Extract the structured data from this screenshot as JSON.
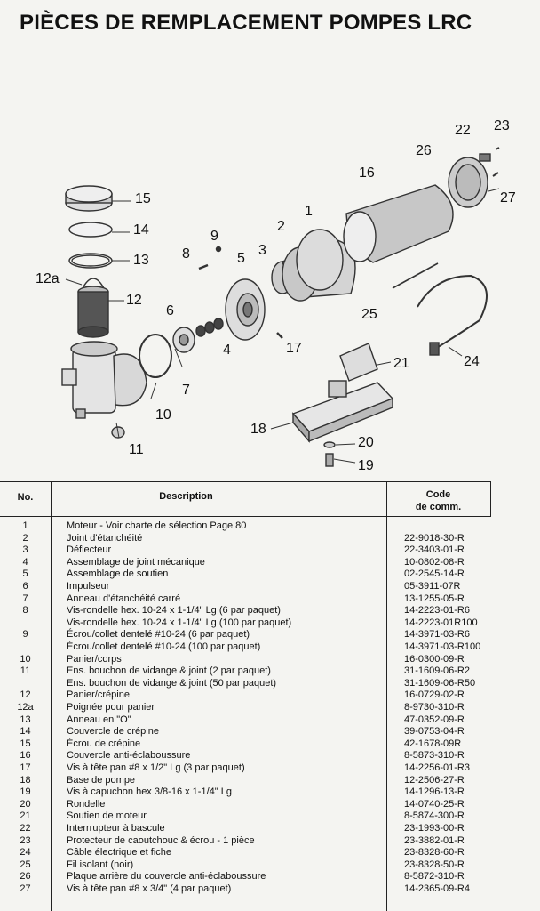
{
  "title": "PIÈCES DE REMPLACEMENT POMPES LRC",
  "diagram": {
    "callouts": [
      "15",
      "14",
      "13",
      "12a",
      "12",
      "9",
      "8",
      "5",
      "3",
      "2",
      "1",
      "16",
      "26",
      "22",
      "23",
      "27",
      "6",
      "4",
      "17",
      "25",
      "7",
      "10",
      "11",
      "21",
      "24",
      "18",
      "20",
      "19"
    ]
  },
  "table": {
    "headers": {
      "no": "No.",
      "description": "Description",
      "code_line1": "Code",
      "code_line2": "de comm."
    },
    "rows": [
      {
        "no": "1",
        "desc": "Moteur - Voir charte de sélection Page 80",
        "code": ""
      },
      {
        "no": "2",
        "desc": "Joint d'étanchéité",
        "code": "22-9018-30-R"
      },
      {
        "no": "3",
        "desc": "Déflecteur",
        "code": "22-3403-01-R"
      },
      {
        "no": "4",
        "desc": "Assemblage de joint mécanique",
        "code": "10-0802-08-R"
      },
      {
        "no": "5",
        "desc": "Assemblage de soutien",
        "code": "02-2545-14-R"
      },
      {
        "no": "6",
        "desc": "Impulseur",
        "code": "05-3911-07R"
      },
      {
        "no": "7",
        "desc": "Anneau d'étanchéité carré",
        "code": "13-1255-05-R"
      },
      {
        "no": "8",
        "desc": "Vis-rondelle hex. 10-24 x 1-1/4\" Lg (6 par paquet)",
        "code": "14-2223-01-R6"
      },
      {
        "no": "",
        "desc": "Vis-rondelle hex. 10-24 x 1-1/4\" Lg (100 par paquet)",
        "code": "14-2223-01R100"
      },
      {
        "no": "9",
        "desc": "Écrou/collet dentelé #10-24 (6 par paquet)",
        "code": "14-3971-03-R6"
      },
      {
        "no": "",
        "desc": "Écrou/collet dentelé #10-24 (100 par paquet)",
        "code": "14-3971-03-R100"
      },
      {
        "no": "10",
        "desc": "Panier/corps",
        "code": "16-0300-09-R"
      },
      {
        "no": "11",
        "desc": "Ens. bouchon de vidange & joint (2 par paquet)",
        "code": "31-1609-06-R2"
      },
      {
        "no": "",
        "desc": "Ens. bouchon de vidange & joint (50 par paquet)",
        "code": "31-1609-06-R50"
      },
      {
        "no": "12",
        "desc": "Panier/crépine",
        "code": "16-0729-02-R"
      },
      {
        "no": "12a",
        "desc": "Poignée pour panier",
        "code": "8-9730-310-R"
      },
      {
        "no": "13",
        "desc": "Anneau en \"O\"",
        "code": "47-0352-09-R"
      },
      {
        "no": "14",
        "desc": "Couvercle de crépine",
        "code": "39-0753-04-R"
      },
      {
        "no": "15",
        "desc": "Écrou de crépine",
        "code": "42-1678-09R"
      },
      {
        "no": "16",
        "desc": "Couvercle anti-éclaboussure",
        "code": "8-5873-310-R"
      },
      {
        "no": "17",
        "desc": "Vis à tête pan  #8 x 1/2\" Lg (3 par paquet)",
        "code": "14-2256-01-R3"
      },
      {
        "no": "18",
        "desc": "Base de pompe",
        "code": "12-2506-27-R"
      },
      {
        "no": "19",
        "desc": "Vis à capuchon hex  3/8-16 x 1-1/4\" Lg",
        "code": "14-1296-13-R"
      },
      {
        "no": "20",
        "desc": "Rondelle",
        "code": "14-0740-25-R"
      },
      {
        "no": "21",
        "desc": "Soutien de moteur",
        "code": "8-5874-300-R"
      },
      {
        "no": "22",
        "desc": "Interrrupteur à bascule",
        "code": "23-1993-00-R"
      },
      {
        "no": "23",
        "desc": "Protecteur de caoutchouc & écrou - 1 pièce",
        "code": "23-3882-01-R"
      },
      {
        "no": "24",
        "desc": "Câble électrique et fiche",
        "code": "23-8328-60-R"
      },
      {
        "no": "25",
        "desc": "Fil isolant (noir)",
        "code": "23-8328-50-R"
      },
      {
        "no": "26",
        "desc": "Plaque arrière du couvercle anti-éclaboussure",
        "code": "8-5872-310-R"
      },
      {
        "no": "27",
        "desc": "Vis à tête pan  #8 x 3/4\" (4 par paquet)",
        "code": "14-2365-09-R4"
      }
    ]
  }
}
